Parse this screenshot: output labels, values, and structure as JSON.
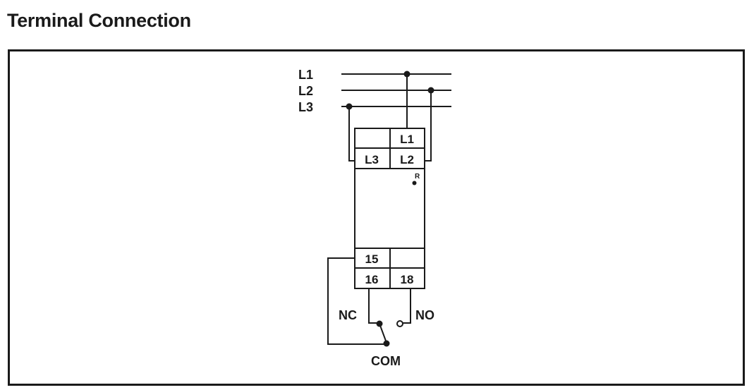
{
  "title": "Terminal Connection",
  "diagram": {
    "lines": {
      "l1": "L1",
      "l2": "L2",
      "l3": "L3"
    },
    "terminals": {
      "top_l1": "L1",
      "top_l3": "L3",
      "top_l2": "L2",
      "indicator": "R",
      "t15": "15",
      "t16": "16",
      "t18": "18"
    },
    "contacts": {
      "nc": "NC",
      "no": "NO",
      "com": "COM"
    }
  }
}
